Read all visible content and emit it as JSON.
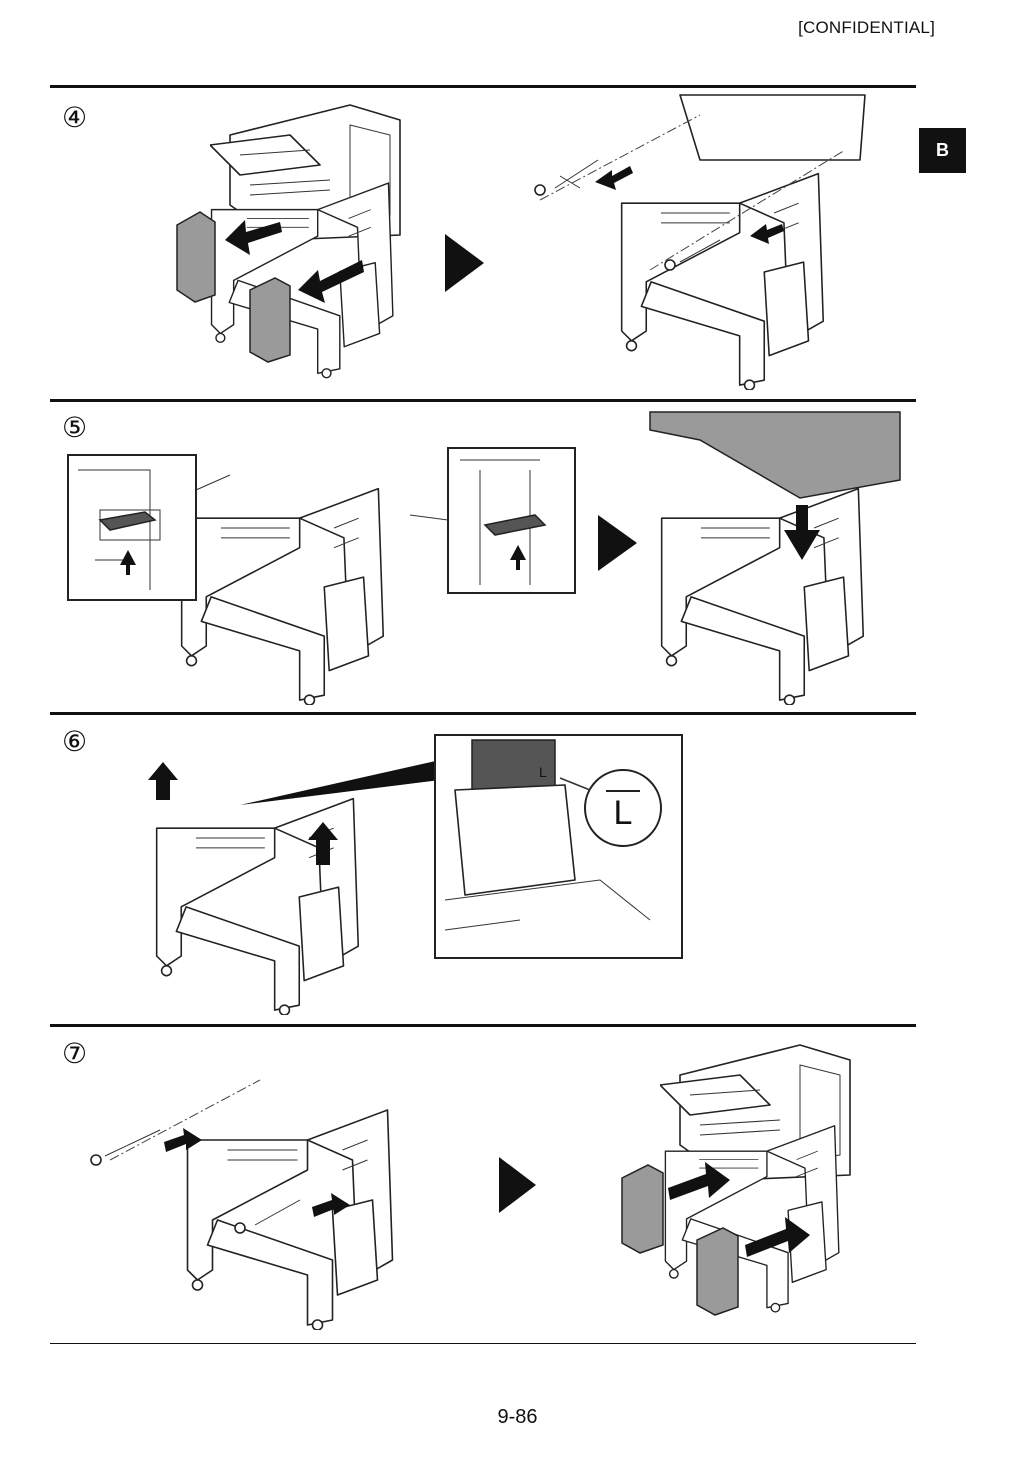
{
  "header": {
    "confidential_label": "[CONFIDENTIAL]"
  },
  "side_tab": {
    "label": "B"
  },
  "steps": [
    {
      "number": "④"
    },
    {
      "number": "⑤"
    },
    {
      "number": "⑥"
    },
    {
      "number": "⑦"
    }
  ],
  "callout": {
    "mark_label": "L",
    "mark_small": "L"
  },
  "footer": {
    "page_number": "9-86"
  },
  "colors": {
    "text": "#111111",
    "cover_gray": "#9a9a9a",
    "tab_bg": "#111111"
  }
}
